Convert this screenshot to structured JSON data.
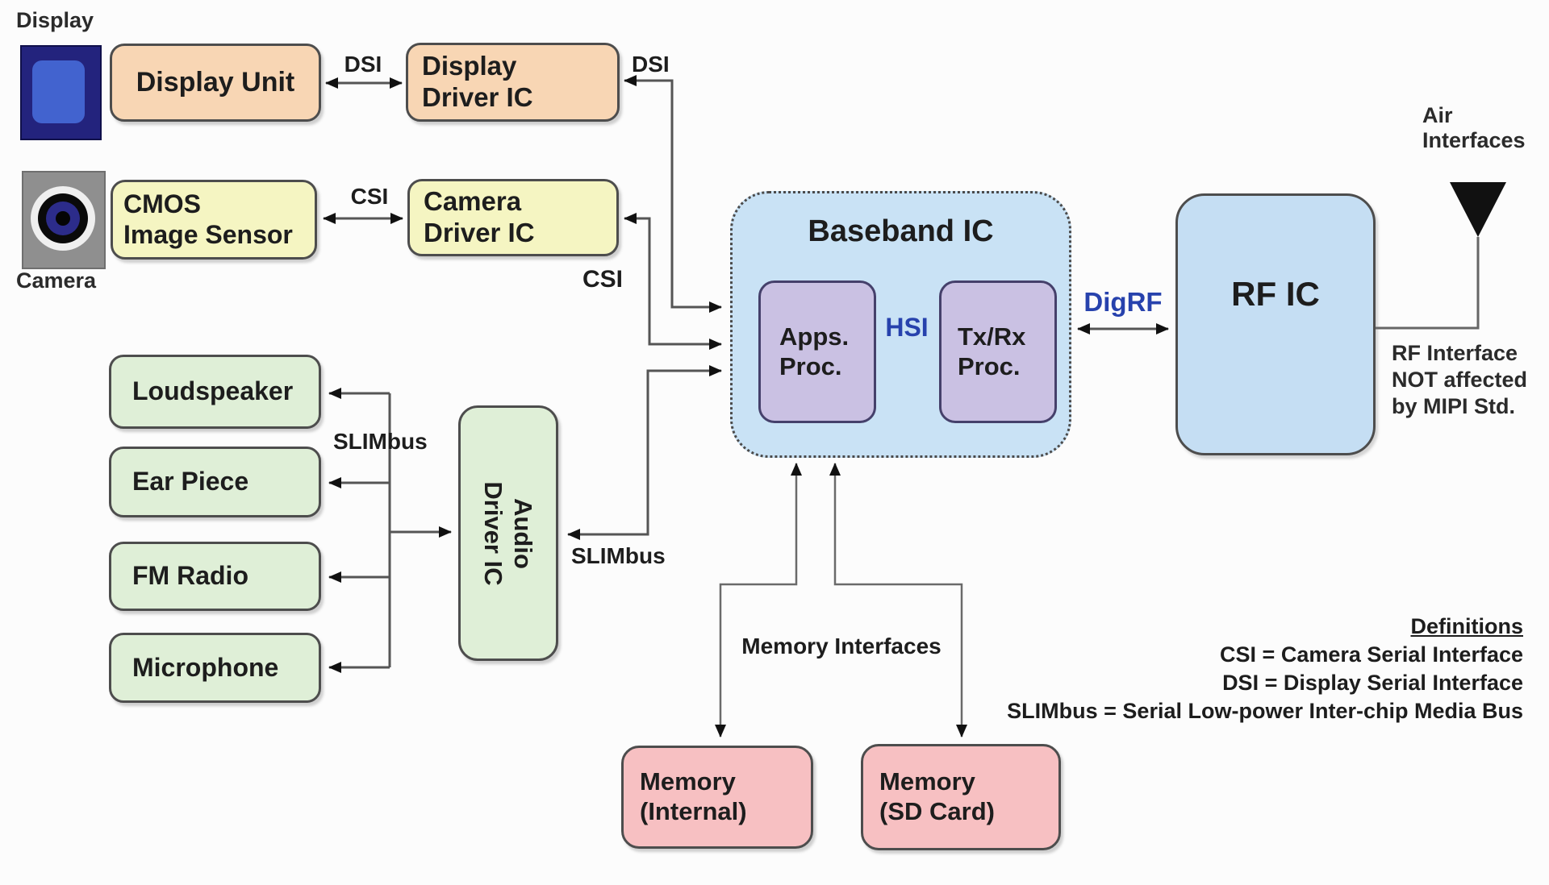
{
  "captions": {
    "display": "Display",
    "camera": "Camera"
  },
  "boxes": {
    "display_unit": "Display Unit",
    "display_driver": "Display\nDriver IC",
    "cmos": "CMOS\nImage Sensor",
    "camera_driver": "Camera\nDriver IC",
    "loudspeaker": "Loudspeaker",
    "ear_piece": "Ear Piece",
    "fm_radio": "FM Radio",
    "microphone": "Microphone",
    "audio_driver": "Audio\nDriver IC",
    "baseband": "Baseband IC",
    "apps_proc": "Apps.\nProc.",
    "txrx_proc": "Tx/Rx\nProc.",
    "rf_ic": "RF IC",
    "memory_internal": "Memory\n(Internal)",
    "memory_sd": "Memory\n(SD Card)"
  },
  "labels": {
    "dsi_top": "DSI",
    "dsi_baseband": "DSI",
    "csi_top": "CSI",
    "csi_baseband": "CSI",
    "hsi": "HSI",
    "digrf": "DigRF",
    "slimbus_audio": "SLIMbus",
    "slimbus_baseband": "SLIMbus",
    "memory_interfaces": "Memory Interfaces"
  },
  "annotations": {
    "air_interfaces": "Air\nInterfaces",
    "rf_note": "RF Interface\nNOT affected\nby MIPI Std."
  },
  "definitions": {
    "title": "Definitions",
    "items": [
      "CSI = Camera Serial Interface",
      "DSI = Display Serial Interface",
      "SLIMbus = Serial Low-power Inter-chip Media Bus"
    ]
  },
  "colors": {
    "bg": "#fcfcfc",
    "peach": "#f8d6b4",
    "yellow": "#f5f5c2",
    "green": "#dfefd7",
    "blue": "#c9e2f5",
    "bluerf": "#c5def3",
    "purple": "#cac1e3",
    "pink": "#f7c0c2",
    "labelblue": "#2742ad",
    "line": "#555555"
  }
}
